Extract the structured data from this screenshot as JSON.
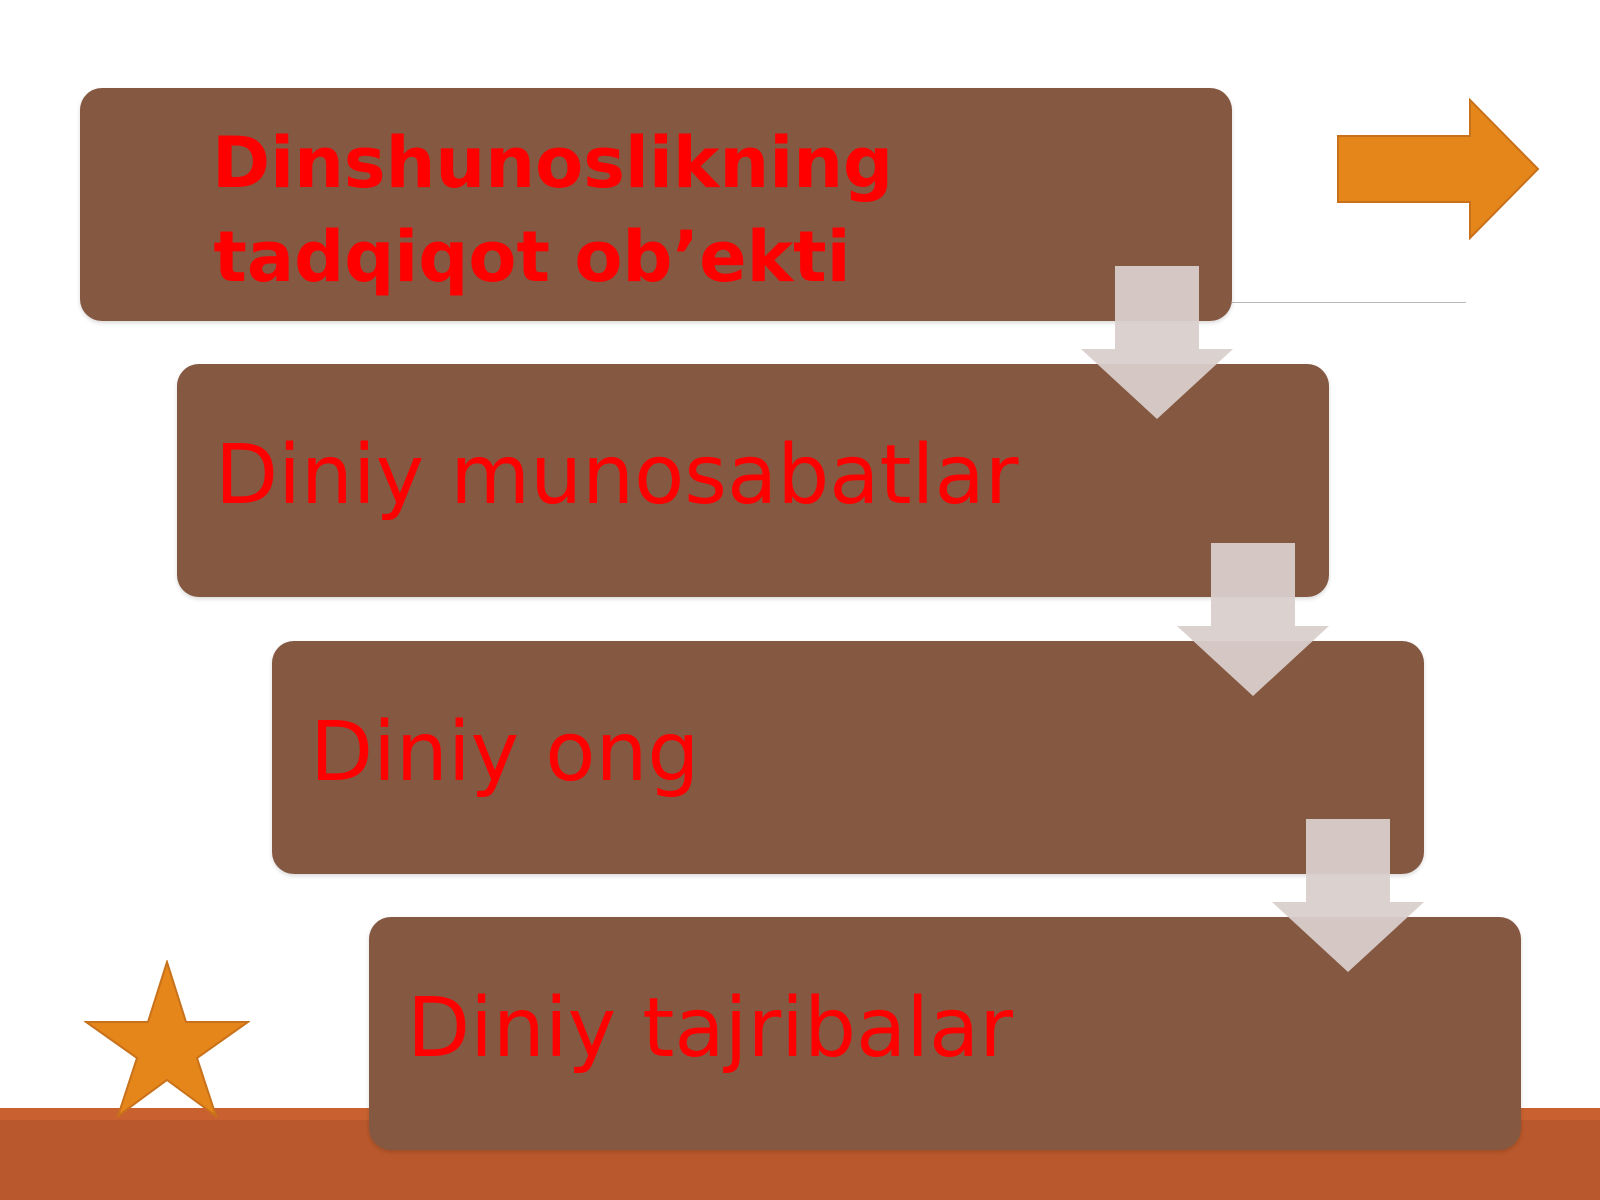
{
  "diagram": {
    "steps": [
      {
        "text": "Dinshunoslikning tadqiqot ob’ekti"
      },
      {
        "text": "Diniy munosabatlar"
      },
      {
        "text": "Diniy ong"
      },
      {
        "text": "Diniy tajribalar"
      }
    ]
  },
  "colors": {
    "box": "#855842",
    "text": "#ff0000",
    "down_arrow": "#d9cfcb",
    "right_arrow": "#e5861b",
    "star": "#e5861b",
    "bottom_band": "#b9582c"
  },
  "icons": {
    "right_arrow": "right-arrow-icon",
    "star": "star-icon",
    "down_arrow": "down-arrow-icon"
  }
}
